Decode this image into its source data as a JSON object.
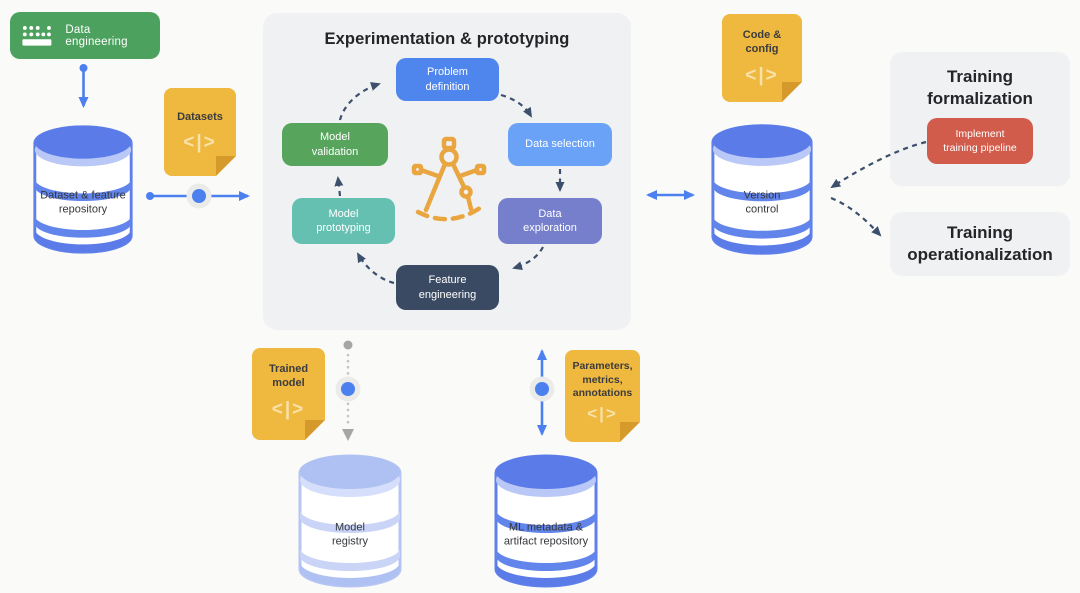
{
  "colors": {
    "bg": "#FAFAF8",
    "panel": "#F0F1F2",
    "blue": "#4B80EE",
    "navy": "#3D506B",
    "orange": "#E9A53F",
    "green_badge": "#4DA15E",
    "box_blue": "#4E86EE",
    "box_lightblue": "#69A2F6",
    "box_purple": "#767FCC",
    "box_navy": "#3B4A63",
    "box_teal": "#65C0B2",
    "box_green": "#57A45C",
    "red": "#D15C4B",
    "doc_yellow": "#EFB83F",
    "doc_fold": "#D6992B",
    "doc_icon": "#F8E2A8",
    "cyl_main": "#5A7BE8",
    "cyl_stroke": "#5F80EA",
    "cyl_band": "#B9C8F6",
    "cyl_stripe": "#6285EB",
    "cyl_light_main": "#AFC1F2",
    "cyl_light_stroke": "#B6C5F3",
    "cyl_light_band": "#D5DEFA",
    "cyl_light_stripe": "#C9D4F7",
    "gray_dot": "#A6A6A6",
    "gray_line": "#C4C4C4",
    "halo": "#EBEBE9",
    "text_dark": "#232528",
    "text_label": "#35373A"
  },
  "icons": {
    "code_glyph": "<|>"
  },
  "badge": {
    "label": "Data engineering"
  },
  "cylinders": {
    "dataset_feature": {
      "label": "Dataset & feature\nrepository"
    },
    "version_control": {
      "label": "Version\ncontrol"
    },
    "model_registry": {
      "label": "Model\nregistry"
    },
    "ml_metadata": {
      "label": "ML metadata &\nartifact repository"
    }
  },
  "docs": {
    "datasets": {
      "label": "Datasets"
    },
    "code_config": {
      "label": "Code &\nconfig"
    },
    "trained_model": {
      "label": "Trained\nmodel"
    },
    "parameters": {
      "label": "Parameters,\nmetrics,\nannotations"
    }
  },
  "experimentation": {
    "title": "Experimentation & prototyping",
    "steps": {
      "problem_definition": "Problem\ndefinition",
      "data_selection": "Data selection",
      "data_exploration": "Data\nexploration",
      "feature_engineering": "Feature\nengineering",
      "model_prototyping": "Model\nprototyping",
      "model_validation": "Model\nvalidation"
    }
  },
  "training_formalization": {
    "title": "Training\nformalization",
    "button": "Implement\ntraining pipeline"
  },
  "training_operationalization": {
    "title": "Training\noperationalization"
  }
}
